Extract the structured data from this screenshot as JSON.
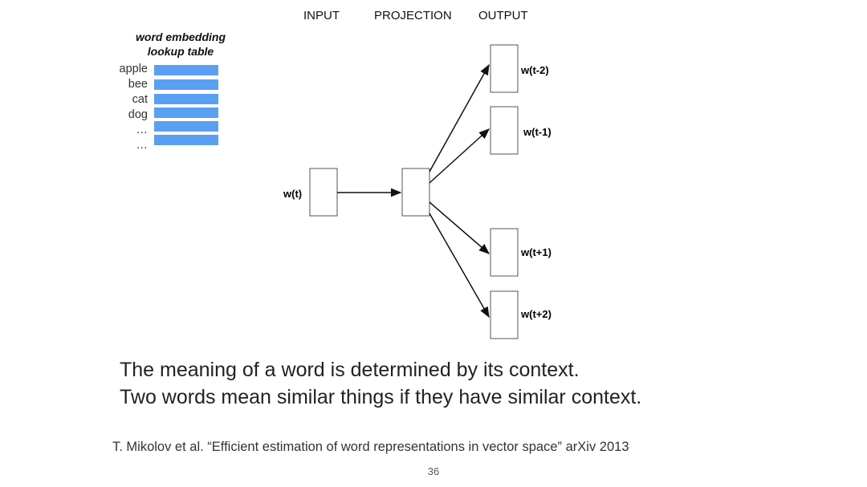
{
  "columns": {
    "input": "INPUT",
    "projection": "PROJECTION",
    "output": "OUTPUT"
  },
  "lookup": {
    "title_line1": "word embedding",
    "title_line2": "lookup table",
    "rows": [
      "apple",
      "bee",
      "cat",
      "dog",
      "…",
      "…"
    ],
    "bar_color": "#5aa0f2"
  },
  "nodes": {
    "input": "w(t)",
    "outputs": [
      "w(t-2)",
      "w(t-1)",
      "w(t+1)",
      "w(t+2)"
    ]
  },
  "caption": {
    "line1": "The meaning of a word is determined by its context.",
    "line2": "Two words mean similar things if they have similar context."
  },
  "citation": "T. Mikolov et al. “Efficient estimation of word representations in vector space” arXiv 2013",
  "page_number": "36"
}
